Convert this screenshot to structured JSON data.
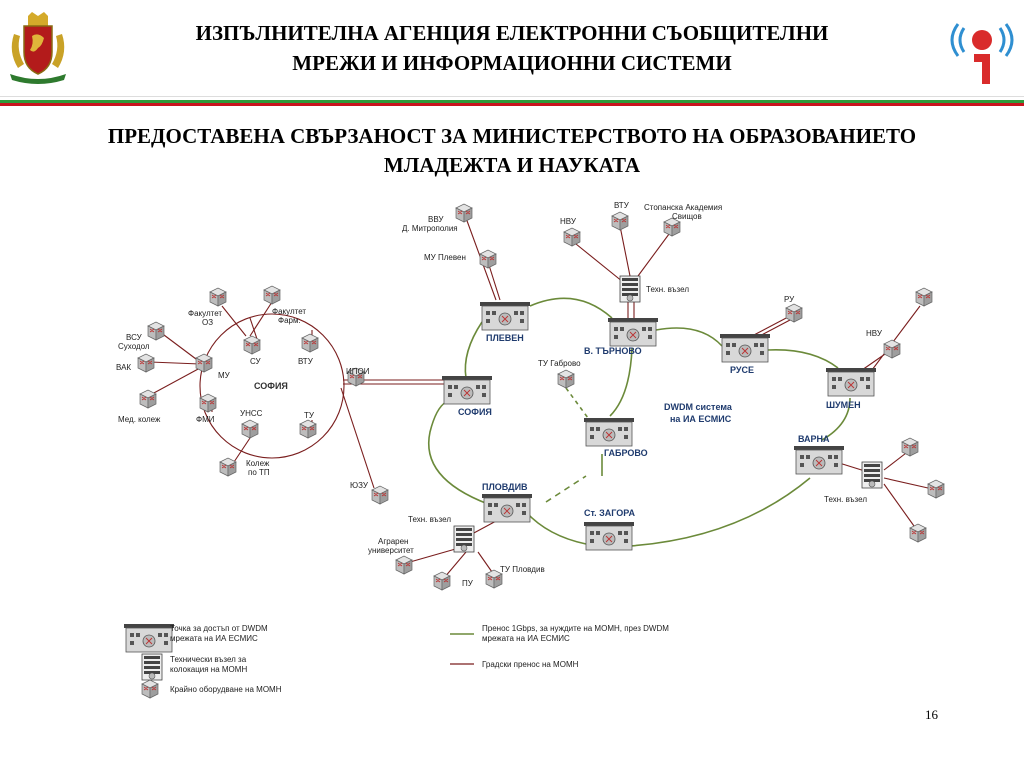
{
  "header": {
    "title_line1": "ИЗПЪЛНИТЕЛНА АГЕНЦИЯ ЕЛЕКТРОННИ СЪОБЩИТЕЛНИ",
    "title_line2": "МРЕЖИ И ИНФОРМАЦИОННИ СИСТЕМИ"
  },
  "stripe_colors": [
    "#ffffff",
    "#2e9a3a",
    "#c8141e"
  ],
  "subtitle": {
    "line1": "ПРЕДОСТАВЕНА СВЪРЗАНОСТ ЗА МИНИСТЕРСТВОТО НА ОБРАЗОВАНИЕТО",
    "line2": "МЛАДЕЖТА И НАУКАТА"
  },
  "colors": {
    "dwdm_line": "#6b8a3a",
    "city_line": "#7a1e1e",
    "node_fill": "#c9c9c9"
  },
  "nodes": {
    "pleven": "ПЛЕВЕН",
    "tarnovo": "В. ТЪРНОВО",
    "ruse": "РУСЕ",
    "shumen": "ШУМЕН",
    "varna": "ВАРНА",
    "sofia": "СОФИЯ",
    "gabrovo": "ГАБРОВО",
    "plovdiv": "ПЛОВДИВ",
    "stzagora": "Ст. ЗАГОРА"
  },
  "dwdm_label": {
    "line1": "DWDM система",
    "line2": "на ИА ЕСМИС"
  },
  "sofia_ring": {
    "center": "СОФИЯ",
    "ipoi": "ИПОИ",
    "su": "СУ",
    "vtu": "ВТУ",
    "mu": "МУ",
    "fmi": "ФМИ",
    "unss": "УНСС",
    "tu": "ТУ",
    "fak_oz_1": "Факултет",
    "fak_oz_2": "ОЗ",
    "fak_farm_1": "Факултет",
    "fak_farm_2": "Фарм.",
    "vsu_1": "ВСУ",
    "vsu_2": "Суходол",
    "vak": "ВАК",
    "med": "Мед. колеж",
    "tp_1": "Колеж",
    "tp_2": "по ТП",
    "yuzu": "ЮЗУ"
  },
  "north": {
    "vvu_1": "ВВУ",
    "vvu_2": "Д. Митрополия",
    "mu_pleven": "МУ Плевен",
    "nvu": "НВУ",
    "vtu": "ВТУ",
    "academy_1": "Стопанска Академия",
    "academy_2": "Свищов",
    "tech_node": "Техн. възел",
    "ru": "РУ",
    "nvu_shumen": "НВУ",
    "tu_gabrovo": "ТУ Габрово"
  },
  "south": {
    "tech_node_plovdiv": "Техн. възел",
    "agrarian_1": "Аграрен",
    "agrarian_2": "университет",
    "pu": "ПУ",
    "tu_plovdiv": "ТУ Пловдив",
    "tech_node_varna": "Техн. възел"
  },
  "legend": {
    "dwdm_access_1": "Точка за достъп от DWDM",
    "dwdm_access_2": "мрежата на ИА ЕСМИС",
    "tech_node_1": "Технически възел за",
    "tech_node_2": "колокация на МОМН",
    "end_equipment": "Крайно оборудване на МОМН",
    "transfer_1gbps_1": "Пренос 1Gbps, за нуждите на МОМН, през DWDM",
    "transfer_1gbps_2": "мрежата на ИА ЕСМИС",
    "city_transfer": "Градски пренос на МОМН"
  },
  "page_number": "16"
}
